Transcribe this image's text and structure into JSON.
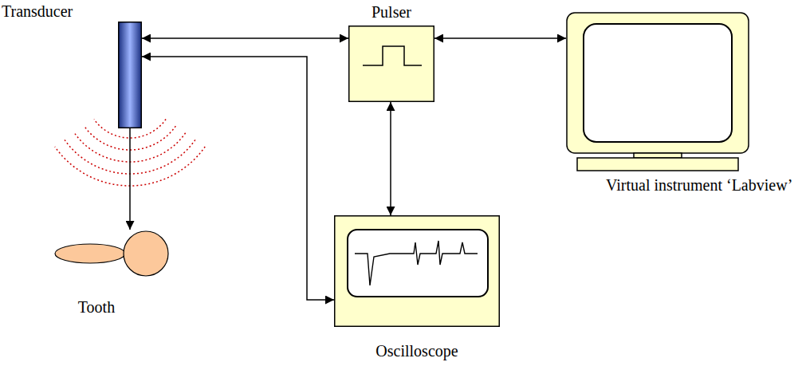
{
  "diagram": {
    "nodes": [
      {
        "text": [
          "Transducer"
        ]
      },
      {
        "text": [
          "Pulser"
        ]
      },
      {
        "text": [
          "Virtual instrument ‘Labview’"
        ]
      },
      {
        "text": [
          "Tooth"
        ]
      },
      {
        "text": [
          "Oscilloscope"
        ]
      }
    ],
    "edges": [
      {
        "from": 0,
        "to": 1,
        "arrow": "both"
      },
      {
        "from": 1,
        "to": 2,
        "arrow": "both"
      },
      {
        "from": 1,
        "to": 4,
        "arrow": "both"
      },
      {
        "from": 0,
        "to": 4,
        "arrow": "both"
      },
      {
        "from": 0,
        "to": 3,
        "arrow": "to"
      }
    ]
  }
}
